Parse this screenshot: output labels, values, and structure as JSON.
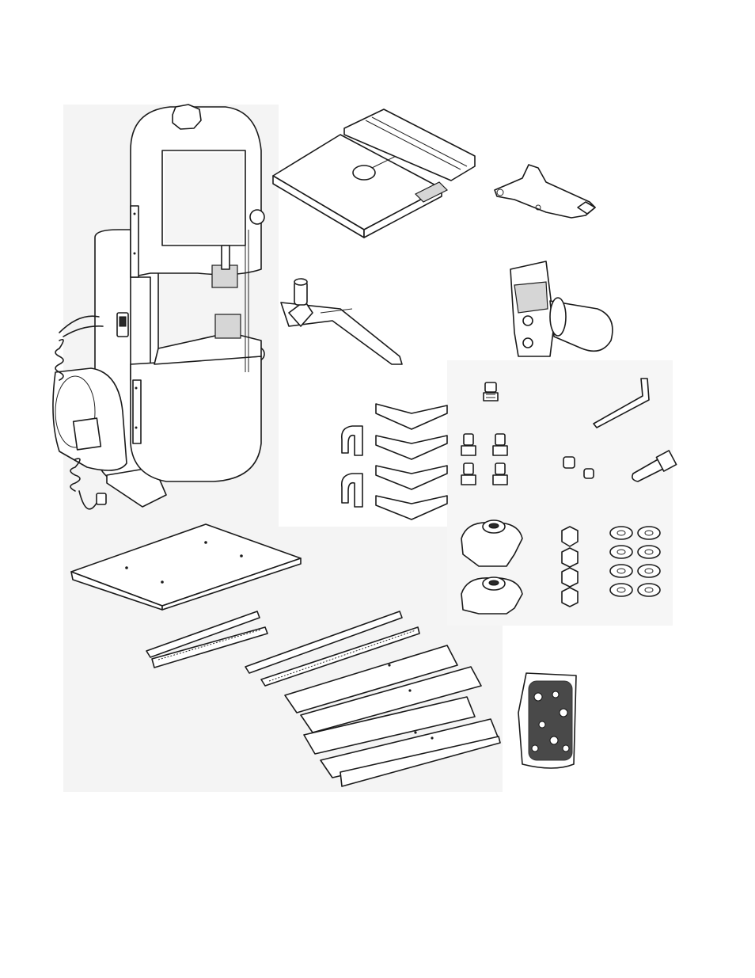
{
  "figure": {
    "description_text": "",
    "parts": [
      {
        "id": "band-saw",
        "icon": "band-saw-body-icon"
      },
      {
        "id": "saw-table",
        "icon": "table-icon"
      },
      {
        "id": "table-trunnion",
        "icon": "trunnion-bracket-icon"
      },
      {
        "id": "miter-gauge",
        "icon": "miter-gauge-icon"
      },
      {
        "id": "dust-port",
        "icon": "dust-port-icon"
      },
      {
        "id": "hex-key",
        "icon": "hex-key-icon"
      },
      {
        "id": "bolt-set",
        "icon": "bolt-icon"
      },
      {
        "id": "cord-clips",
        "icon": "cord-clip-icon"
      },
      {
        "id": "corner-brackets",
        "icon": "corner-bracket-icon"
      },
      {
        "id": "knobs",
        "icon": "knob-icon"
      },
      {
        "id": "hex-nuts",
        "icon": "hex-nut-icon"
      },
      {
        "id": "washers",
        "icon": "washer-icon"
      },
      {
        "id": "stand-top",
        "icon": "stand-top-plate-icon"
      },
      {
        "id": "stand-legs",
        "icon": "stand-leg-icon"
      },
      {
        "id": "hardware-bag",
        "icon": "hardware-bag-icon"
      }
    ]
  }
}
